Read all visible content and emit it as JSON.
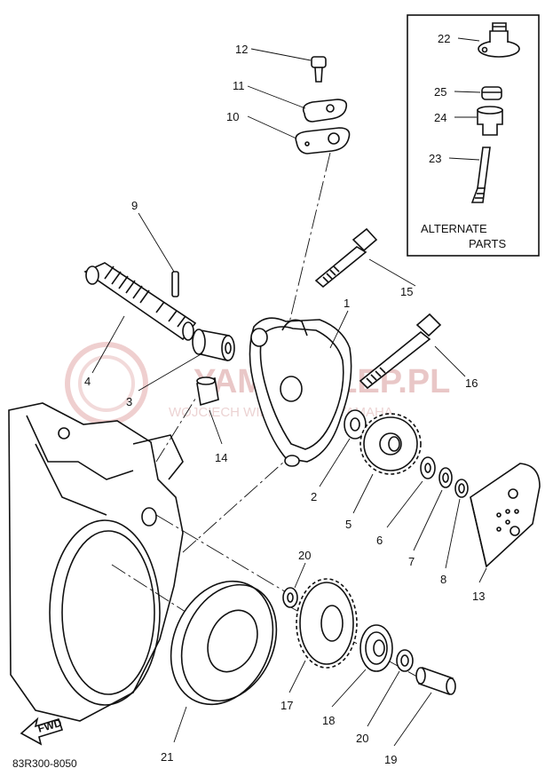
{
  "labels": {
    "p1": "1",
    "p2": "2",
    "p3": "3",
    "p4": "4",
    "p5": "5",
    "p6": "6",
    "p7": "7",
    "p8": "8",
    "p9": "9",
    "p10": "10",
    "p11": "11",
    "p12": "12",
    "p13": "13",
    "p14": "14",
    "p15": "15",
    "p16": "16",
    "p17": "17",
    "p18": "18",
    "p19": "19",
    "p20a": "20",
    "p20b": "20",
    "p21": "21",
    "p22": "22",
    "p23": "23",
    "p24": "24",
    "p25": "25"
  },
  "alternate_box": {
    "line1": "ALTERNATE",
    "line2": "PARTS"
  },
  "fwd": "FWD",
  "code": "83R300-8050",
  "watermark": {
    "main": "YAMASKLEP.PL",
    "sub": "WOJCIECH WIDZ DEALER YAMAHA"
  },
  "colors": {
    "ink": "#111111",
    "watermark": "#e9c7c7"
  }
}
